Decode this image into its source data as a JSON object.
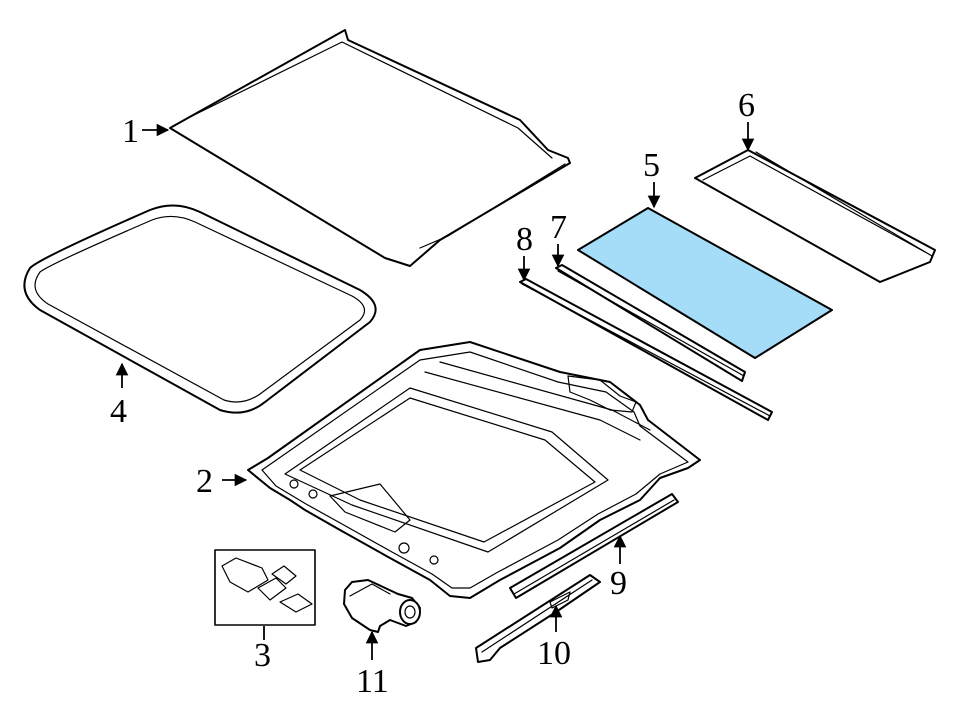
{
  "highlight_color": "#a5dcf7",
  "line_color": "#000000",
  "callouts": {
    "c1": "1",
    "c2": "2",
    "c3": "3",
    "c4": "4",
    "c5": "5",
    "c6": "6",
    "c7": "7",
    "c8": "8",
    "c9": "9",
    "c10": "10",
    "c11": "11"
  }
}
